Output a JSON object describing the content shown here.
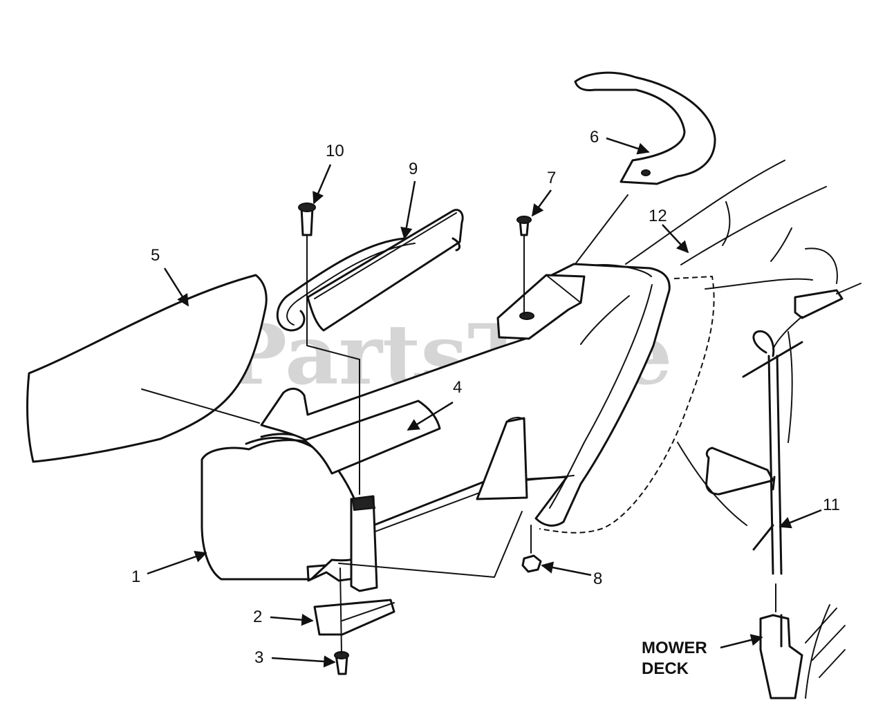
{
  "watermark": "PartsTree",
  "callouts": {
    "c1": "1",
    "c2": "2",
    "c3": "3",
    "c4": "4",
    "c5": "5",
    "c6": "6",
    "c7": "7",
    "c8": "8",
    "c9": "9",
    "c10": "10",
    "c11": "11",
    "c12": "12"
  },
  "mower_deck": {
    "line1": "MOWER",
    "line2": "DECK"
  }
}
